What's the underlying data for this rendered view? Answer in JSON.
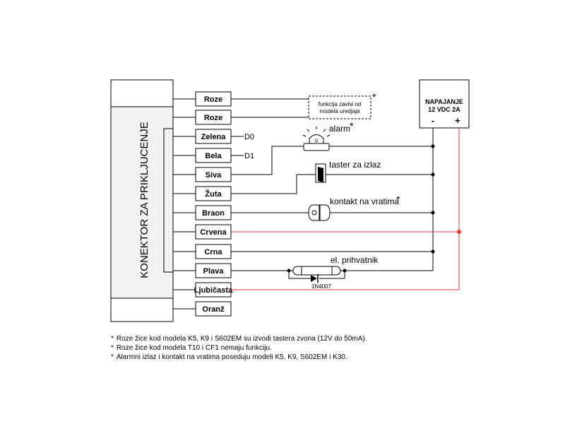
{
  "connector": {
    "label": "KONEKTOR ZA PRIKLJUCENJE"
  },
  "wires": [
    {
      "name": "Roze"
    },
    {
      "name": "Roze"
    },
    {
      "name": "Zelena",
      "signal": "D0"
    },
    {
      "name": "Bela",
      "signal": "D1"
    },
    {
      "name": "Siva"
    },
    {
      "name": "Žuta"
    },
    {
      "name": "Braon"
    },
    {
      "name": "Crvena"
    },
    {
      "name": "Crna"
    },
    {
      "name": "Plava"
    },
    {
      "name": "Ljubičasta"
    },
    {
      "name": "Oranž"
    }
  ],
  "function_box": {
    "line1": "funkcija zavisi od",
    "line2": "modela uredjaja",
    "star": "*"
  },
  "power": {
    "title": "NAPAJANJE",
    "spec": "12 VDC 2A",
    "minus": "-",
    "plus": "+"
  },
  "devices": {
    "alarm": "alarm",
    "alarm_star": "*",
    "exit_button": "taster za izlaz",
    "door_contact": "kontakt na vratima",
    "door_contact_star": "*",
    "lock": "el. prihvatnik",
    "diode": "1N4007"
  },
  "notes": [
    {
      "star": "*",
      "text": "Roze žice kod modela K5, K9 i S602EM su izvodi tastera zvona (12V do 50mA)."
    },
    {
      "star": "*",
      "text": "Roze žice kod modela T10 i CF1 nemaju funkciju."
    },
    {
      "star": "*",
      "text": "Alarmni izlaz i kontakt na vratima poseduju modeli K5, K9, S602EM i K30."
    }
  ],
  "colors": {
    "red_wire": "#e53935",
    "black_wire": "#000000"
  }
}
